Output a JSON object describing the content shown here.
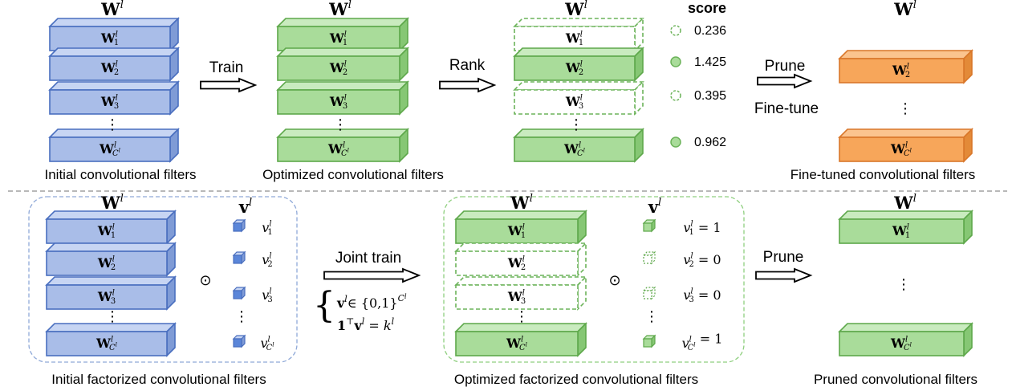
{
  "colors": {
    "blue_front": "#a9bde8",
    "blue_top": "#c7d5f3",
    "blue_side": "#7f9bd6",
    "blue_stroke": "#4a6fbf",
    "green_front": "#a9dc9a",
    "green_top": "#c9ebbf",
    "green_side": "#86c774",
    "green_stroke": "#5ea84b",
    "orange_front": "#f7a65a",
    "orange_top": "#fbc48f",
    "orange_side": "#e38a38",
    "orange_stroke": "#d9772a",
    "dashed_stroke": "#6cb35a",
    "divider": "#a0a0a0",
    "group_border": "#8fa9d8",
    "group_border_green": "#8fcf7f"
  },
  "top_row": {
    "stack1": {
      "header": "W",
      "header_sup": "l",
      "caption": "Initial convolutional filters",
      "labels": [
        {
          "base": "W",
          "sub": "1",
          "sup": "l"
        },
        {
          "base": "W",
          "sub": "2",
          "sup": "l"
        },
        {
          "base": "W",
          "sub": "3",
          "sup": "l"
        },
        {
          "base": "W",
          "sub": "C",
          "subsup": "l",
          "sup": "l"
        }
      ]
    },
    "arrow1_label": "Train",
    "stack2": {
      "header": "W",
      "header_sup": "l",
      "caption": "Optimized convolutional filters",
      "labels": [
        {
          "base": "W",
          "sub": "1",
          "sup": "l"
        },
        {
          "base": "W",
          "sub": "2",
          "sup": "l"
        },
        {
          "base": "W",
          "sub": "3",
          "sup": "l"
        },
        {
          "base": "W",
          "sub": "C",
          "subsup": "l",
          "sup": "l"
        }
      ]
    },
    "arrow2_label": "Rank",
    "stack3": {
      "header": "W",
      "header_sup": "l",
      "labels": [
        {
          "base": "W",
          "sub": "1",
          "sup": "l"
        },
        {
          "base": "W",
          "sub": "2",
          "sup": "l"
        },
        {
          "base": "W",
          "sub": "3",
          "sup": "l"
        },
        {
          "base": "W",
          "sub": "C",
          "subsup": "l",
          "sup": "l"
        }
      ],
      "dashed": [
        true,
        false,
        true,
        false
      ]
    },
    "score_header": "score",
    "scores": [
      "0.236",
      "1.425",
      "0.395",
      "0.962"
    ],
    "arrow3_label_top": "Prune",
    "arrow3_label_bottom": "Fine-tune",
    "stack4": {
      "header": "W",
      "header_sup": "l",
      "caption": "Fine-tuned convolutional filters",
      "labels": [
        {
          "base": "W",
          "sub": "2",
          "sup": "l"
        },
        {
          "base": "W",
          "sub": "C",
          "subsup": "l",
          "sup": "l"
        }
      ]
    }
  },
  "bottom_row": {
    "stack1": {
      "header": "W",
      "header_sup": "l",
      "caption": "Initial factorized convolutional filters",
      "labels": [
        {
          "base": "W",
          "sub": "1",
          "sup": "l"
        },
        {
          "base": "W",
          "sub": "2",
          "sup": "l"
        },
        {
          "base": "W",
          "sub": "3",
          "sup": "l"
        },
        {
          "base": "W",
          "sub": "C",
          "subsup": "l",
          "sup": "l"
        }
      ]
    },
    "v1": {
      "header": "v",
      "header_sup": "l",
      "labels": [
        {
          "base": "v",
          "sub": "1",
          "sup": "l"
        },
        {
          "base": "v",
          "sub": "2",
          "sup": "l"
        },
        {
          "base": "v",
          "sub": "3",
          "sup": "l"
        },
        {
          "base": "v",
          "sub": "C",
          "subsup": "l",
          "sup": "l"
        }
      ]
    },
    "odot": "⊙",
    "arrow1_label": "Joint train",
    "constraint1": {
      "lhs": "v",
      "lhs_sup": "l",
      "rel": "∈ {0,1}",
      "rel_sup": "C",
      "rel_sup_sup": "l"
    },
    "constraint2": {
      "lhs": "1",
      "lhs_sup": "⊤",
      "mid": "v",
      "mid_sup": "l",
      "rel": " = k",
      "rel_sup": "l"
    },
    "stack2": {
      "header": "W",
      "header_sup": "l",
      "caption": "Optimized factorized convolutional filters",
      "labels": [
        {
          "base": "W",
          "sub": "1",
          "sup": "l"
        },
        {
          "base": "W",
          "sub": "2",
          "sup": "l"
        },
        {
          "base": "W",
          "sub": "3",
          "sup": "l"
        },
        {
          "base": "W",
          "sub": "C",
          "subsup": "l",
          "sup": "l"
        }
      ],
      "dashed": [
        false,
        true,
        true,
        false
      ]
    },
    "v2": {
      "header": "v",
      "header_sup": "l",
      "labels": [
        {
          "base": "v",
          "sub": "1",
          "sup": "l",
          "val": " = 1"
        },
        {
          "base": "v",
          "sub": "2",
          "sup": "l",
          "val": " = 0"
        },
        {
          "base": "v",
          "sub": "3",
          "sup": "l",
          "val": " = 0"
        },
        {
          "base": "v",
          "sub": "C",
          "subsup": "l",
          "sup": "l",
          "val": " = 1"
        }
      ],
      "dashed": [
        false,
        true,
        true,
        false
      ]
    },
    "arrow2_label": "Prune",
    "stack3": {
      "header": "W",
      "header_sup": "l",
      "caption": "Pruned convolutional filters",
      "labels": [
        {
          "base": "W",
          "sub": "1",
          "sup": "l"
        },
        {
          "base": "W",
          "sub": "C",
          "subsup": "l",
          "sup": "l"
        }
      ]
    }
  },
  "ellipsis": "⋮"
}
